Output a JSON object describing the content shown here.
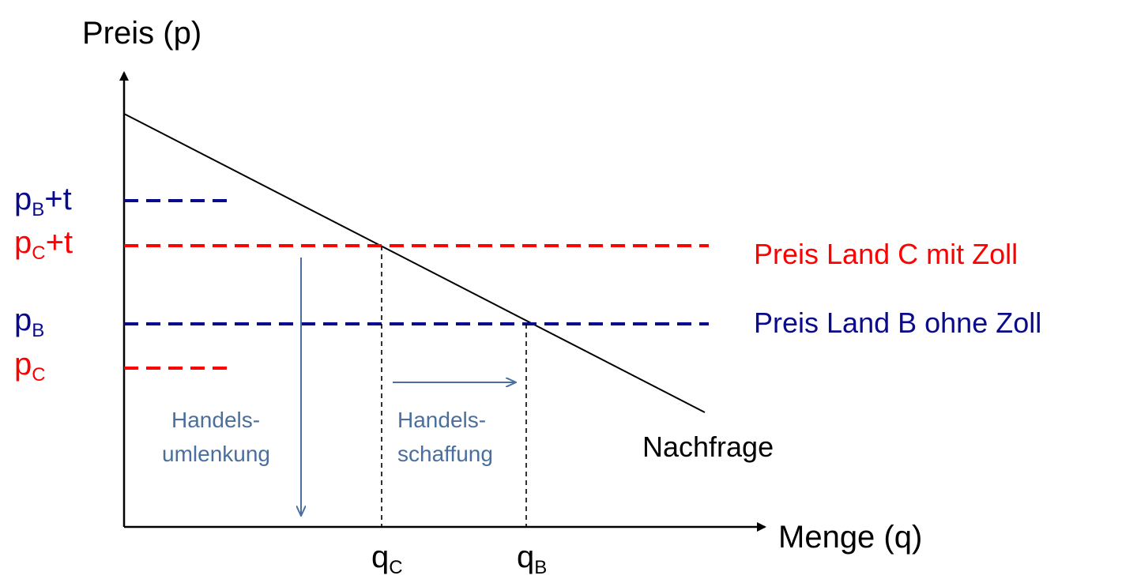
{
  "colors": {
    "axis": "#000000",
    "country_b": "#0a0a8c",
    "country_c": "#ff0000",
    "annotation": "#4a6f9e"
  },
  "axes": {
    "y_label": "Preis (p)",
    "x_label": "Menge (q)"
  },
  "price_labels": {
    "pb_t": {
      "main": "p",
      "sub": "B",
      "suffix": "+t"
    },
    "pc_t": {
      "main": "p",
      "sub": "C",
      "suffix": "+t"
    },
    "pb": {
      "main": "p",
      "sub": "B"
    },
    "pc": {
      "main": "p",
      "sub": "C"
    }
  },
  "quantity_labels": {
    "qc": {
      "main": "q",
      "sub": "C"
    },
    "qb": {
      "main": "q",
      "sub": "B"
    }
  },
  "curves": {
    "demand_label": "Nachfrage",
    "price_c_label": "Preis Land C mit Zoll",
    "price_b_label": "Preis Land B ohne Zoll"
  },
  "annotations": {
    "trade_diversion": {
      "line1": "Handels-",
      "line2": "umlenkung"
    },
    "trade_creation": {
      "line1": "Handels-",
      "line2": "schaffung"
    }
  }
}
